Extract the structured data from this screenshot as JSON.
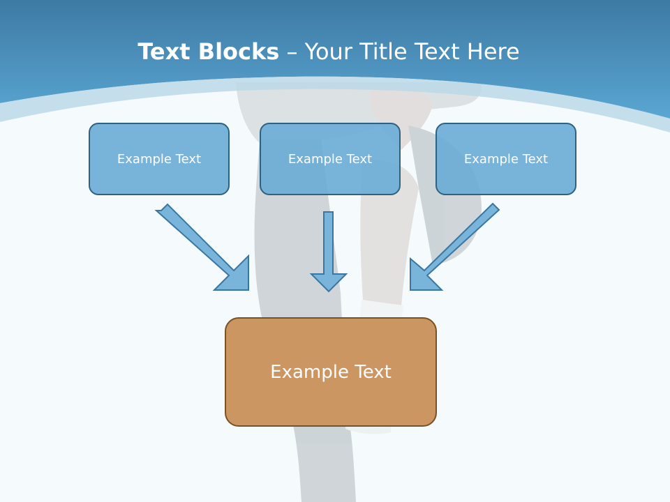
{
  "title": {
    "bold": "Text Blocks",
    "dash": "–",
    "rest": "Your Title Text Here"
  },
  "blocks": [
    {
      "text": "Example Text"
    },
    {
      "text": "Example Text"
    },
    {
      "text": "Example Text"
    }
  ],
  "result": {
    "text": "Example Text"
  },
  "colors": {
    "header": "#4a90bd",
    "block_fill": "#6cadd6",
    "block_border": "#2f6180",
    "result_fill": "#cc9663",
    "result_border": "#7a5122",
    "arrow_fill": "#79b4da",
    "arrow_border": "#3a76a0"
  }
}
